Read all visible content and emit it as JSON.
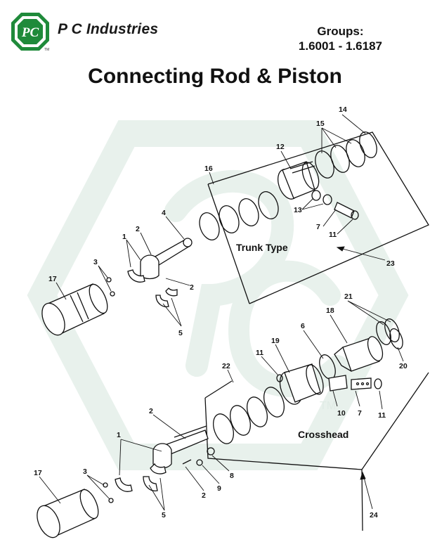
{
  "header": {
    "brand": "P C Industries",
    "logo_text": "PC",
    "logo_tm": "TM",
    "groups_label": "Groups:",
    "groups_range": "1.6001 - 1.6187"
  },
  "title": "Connecting Rod & Piston",
  "diagram": {
    "watermark_tm": "TM",
    "section_trunk": "Trunk Type",
    "section_crosshead": "Crosshead",
    "callouts": {
      "c14": "14",
      "c15": "15",
      "c12": "12",
      "c16": "16",
      "c13": "13",
      "c7a": "7",
      "c11a": "11",
      "c4": "4",
      "c2a": "2",
      "c1a": "1",
      "c3a": "3",
      "c2b": "2",
      "c17a": "17",
      "c5a": "5",
      "c23": "23",
      "c21": "21",
      "c18": "18",
      "c6": "6",
      "c19": "19",
      "c11b": "11",
      "c22": "22",
      "c20": "20",
      "c10": "10",
      "c7b": "7",
      "c11c": "11",
      "c2c": "2",
      "c1b": "1",
      "c8": "8",
      "c3b": "3",
      "c9": "9",
      "c2d": "2",
      "c17b": "17",
      "c5b": "5",
      "c24": "24"
    }
  },
  "colors": {
    "ink": "#111111",
    "logo_green": "#1f8a3a",
    "watermark": "#e3efe8"
  }
}
